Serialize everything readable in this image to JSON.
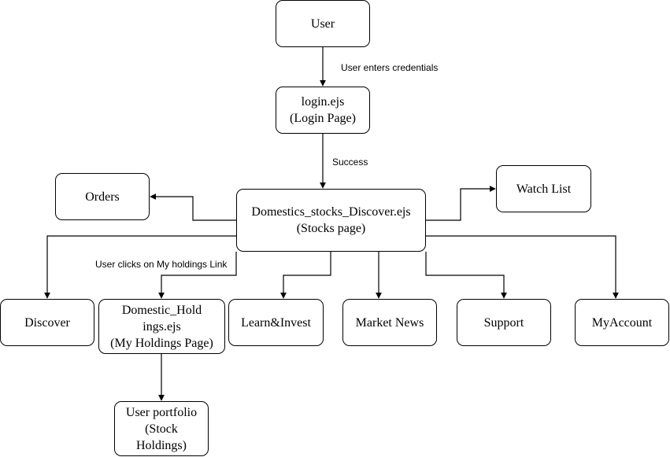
{
  "nodes": {
    "user": "User",
    "login": "login.ejs\n(Login Page)",
    "stocks": "Domestics_stocks_Discover.ejs\n(Stocks page)",
    "orders": "Orders",
    "watchlist": "Watch List",
    "discover": "Discover",
    "holdings": "Domestic_Hold\nings.ejs\n(My Holdings Page)",
    "learn": "Learn&Invest",
    "news": "Market News",
    "support": "Support",
    "account": "MyAccount",
    "portfolio": "User portfolio\n(Stock\nHoldings)"
  },
  "edge_labels": {
    "credentials": "User enters credentials",
    "success": "Success",
    "holdings_link": "User clicks on My holdings Link"
  },
  "colors": {
    "stroke": "#000000",
    "background": "#ffffff"
  }
}
